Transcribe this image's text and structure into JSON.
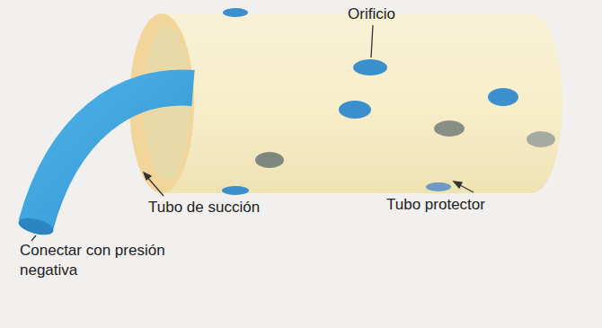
{
  "diagram": {
    "labels": [
      "Orificio",
      "Tubo de succión",
      "Tubo protector",
      "Conectar con presión negativa"
    ]
  }
}
